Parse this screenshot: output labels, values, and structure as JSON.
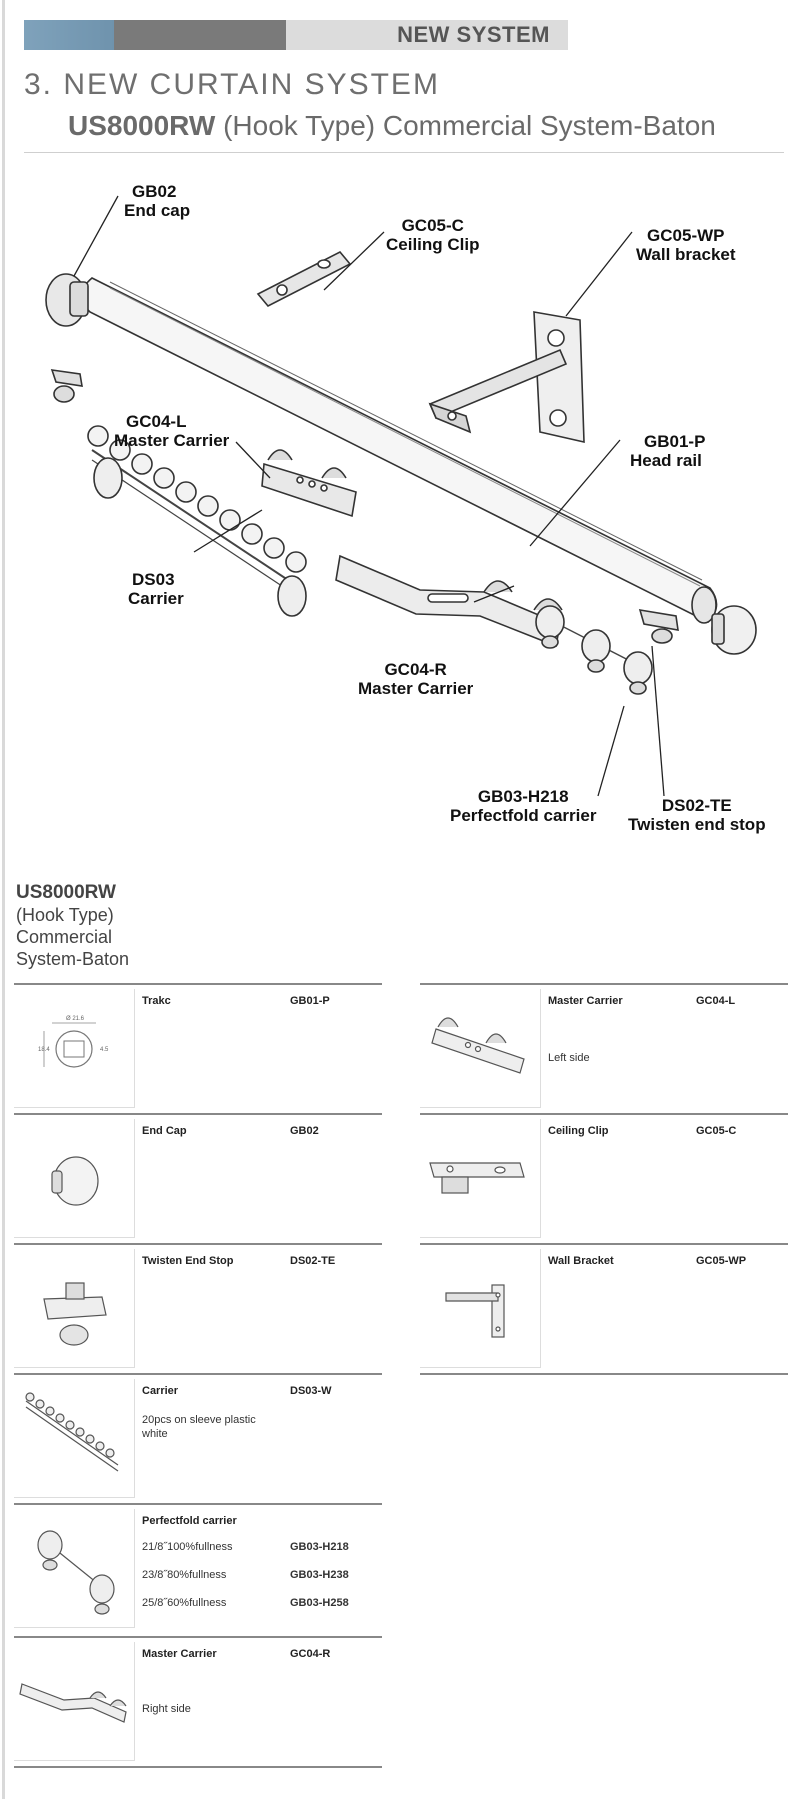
{
  "banner": {
    "label": "NEW SYSTEM"
  },
  "heading": {
    "number_title": "3. NEW CURTAIN SYSTEM",
    "model": "US8000RW",
    "subtitle": "(Hook Type) Commercial System-Baton"
  },
  "callouts": [
    {
      "code": "GB02",
      "name": "End cap"
    },
    {
      "code": "GC05-C",
      "name": "Ceiling Clip"
    },
    {
      "code": "GC05-WP",
      "name": "Wall bracket"
    },
    {
      "code": "GC04-L",
      "name": "Master Carrier"
    },
    {
      "code": "GB01-P",
      "name": "Head rail"
    },
    {
      "code": "DS03",
      "name": "Carrier"
    },
    {
      "code": "GC04-R",
      "name": "Master Carrier"
    },
    {
      "code": "GB03-H218",
      "name": "Perfectfold carrier"
    },
    {
      "code": "DS02-TE",
      "name": "Twisten end stop"
    }
  ],
  "section": {
    "lines": [
      "US8000RW",
      "(Hook Type)",
      "Commercial",
      "System-Baton"
    ]
  },
  "parts": {
    "trakc": {
      "name": "Trakc",
      "code": "GB01-P",
      "dims": [
        "Ø 21.6",
        "18.4",
        "4.5"
      ]
    },
    "master_l": {
      "name": "Master Carrier",
      "code": "GC04-L",
      "desc": "Left side"
    },
    "endcap": {
      "name": "End Cap",
      "code": "GB02"
    },
    "ceiling": {
      "name": "Ceiling Clip",
      "code": "GC05-C"
    },
    "endstop": {
      "name": "Twisten End Stop",
      "code": "DS02-TE"
    },
    "wall": {
      "name": "Wall Bracket",
      "code": "GC05-WP"
    },
    "carrier": {
      "name": "Carrier",
      "code": "DS03-W",
      "desc1": "20pcs on sleeve plastic",
      "desc2": "white"
    },
    "perfectfold": {
      "name": "Perfectfold carrier",
      "rows": [
        {
          "label": "21/8˝100%fullness",
          "code": "GB03-H218"
        },
        {
          "label": "23/8˝80%fullness",
          "code": "GB03-H238"
        },
        {
          "label": "25/8˝60%fullness",
          "code": "GB03-H258"
        }
      ]
    },
    "master_r": {
      "name": "Master Carrier",
      "code": "GC04-R",
      "desc": "Right side"
    }
  }
}
